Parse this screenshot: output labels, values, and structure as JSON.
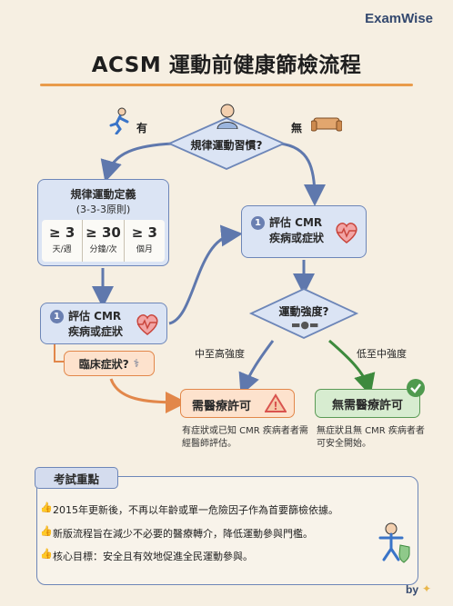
{
  "brand": "ExamWise",
  "title": "ACSM 運動前健康篩檢流程",
  "decision_top": {
    "question": "規律運動習慣?",
    "yes": "有",
    "no": "無"
  },
  "definition": {
    "title": "規律運動定義",
    "subtitle": "(3-3-3原則)",
    "items": [
      {
        "value": "≥ 3",
        "unit": "天/週"
      },
      {
        "value": "≥ 30",
        "unit": "分鐘/次"
      },
      {
        "value": "≥ 3",
        "unit": "個月"
      }
    ]
  },
  "cmr_left": {
    "number": "1",
    "line1": "評估 CMR",
    "line2": "疾病或症狀"
  },
  "cmr_right": {
    "number": "1",
    "line1": "評估 CMR",
    "line2": "疾病或症狀"
  },
  "clinical": "臨床症狀?",
  "intensity": {
    "question": "運動強度?",
    "high": "中至高強度",
    "low": "低至中強度"
  },
  "clearance_needed": {
    "label": "需醫療許可",
    "note": "有症狀或已知 CMR 疾病者者需經醫師評估。"
  },
  "clearance_not_needed": {
    "label": "無需醫療許可",
    "note": "無症狀且無 CMR 疾病者者可安全開始。"
  },
  "exam": {
    "heading": "考試重點",
    "points": [
      "2015年更新後，不再以年齡或單一危險因子作為首要篩檢依據。",
      "新版流程旨在減少不必要的醫療轉介，降低運動參與門檻。",
      "核心目標：安全且有效地促進全民運動參與。"
    ]
  },
  "footer": "by",
  "colors": {
    "accent_orange": "#e99b4a",
    "blue": "#6d86b8",
    "green": "#5a9a55",
    "red": "#d9534f"
  }
}
